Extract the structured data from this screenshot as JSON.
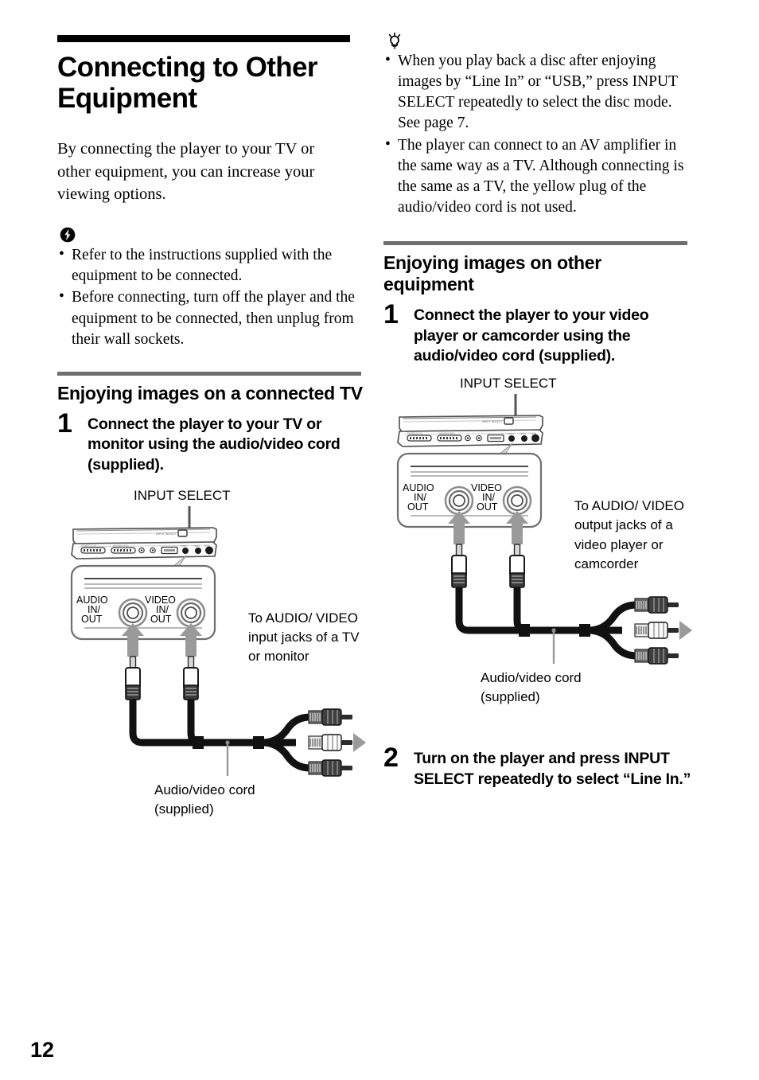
{
  "page": {
    "number": "12",
    "title": "Connecting to Other Equipment",
    "intro": "By connecting the player to your TV or other equipment, you can increase your viewing options."
  },
  "icons": {
    "note": "note-icon",
    "tip": "tip-bulb-icon"
  },
  "notes": {
    "items": [
      "Refer to the instructions supplied with the equipment to be connected.",
      "Before connecting, turn off the player and the equipment to be connected, then unplug from their wall sockets."
    ]
  },
  "tips": {
    "items": [
      "When you play back a disc after enjoying images by “Line In” or “USB,” press INPUT SELECT repeatedly to select the disc mode. See page 7.",
      "The player can connect to an AV amplifier in the same way as a TV. Although connecting is the same as a TV, the yellow plug of the audio/video cord is not used."
    ]
  },
  "section_tv": {
    "heading": "Enjoying images on a connected TV",
    "step1": {
      "number": "1",
      "text": "Connect the player to your TV or monitor using the audio/video cord (supplied)."
    },
    "figure": {
      "input_select_label": "INPUT SELECT",
      "audio_jack_label": "AUDIO",
      "audio_jack_label2": "IN/",
      "audio_jack_label3": "OUT",
      "video_jack_label": "VIDEO",
      "video_jack_label2": "IN/",
      "video_jack_label3": "OUT",
      "destination_label": "To AUDIO/ VIDEO input jacks of a TV or monitor",
      "cord_label": "Audio/video cord (supplied)"
    }
  },
  "section_other": {
    "heading": "Enjoying images on other equipment",
    "step1": {
      "number": "1",
      "text": "Connect the player to your video player or camcorder using the audio/video cord (supplied)."
    },
    "step2": {
      "number": "2",
      "text": "Turn on the player and press INPUT SELECT repeatedly to select “Line In.”"
    },
    "figure": {
      "input_select_label": "INPUT SELECT",
      "audio_jack_label": "AUDIO",
      "audio_jack_label2": "IN/",
      "audio_jack_label3": "OUT",
      "video_jack_label": "VIDEO",
      "video_jack_label2": "IN/",
      "video_jack_label3": "OUT",
      "destination_label": "To AUDIO/ VIDEO output jacks of a video player or camcorder",
      "cord_label": "Audio/video cord (supplied)"
    }
  },
  "colors": {
    "title_rule": "#000000",
    "section_rule": "#6e6e6e",
    "arrow_gray": "#9a9a9a",
    "device_gray": "#808080",
    "cord_black": "#111111",
    "plug_white": "#ffffff"
  }
}
